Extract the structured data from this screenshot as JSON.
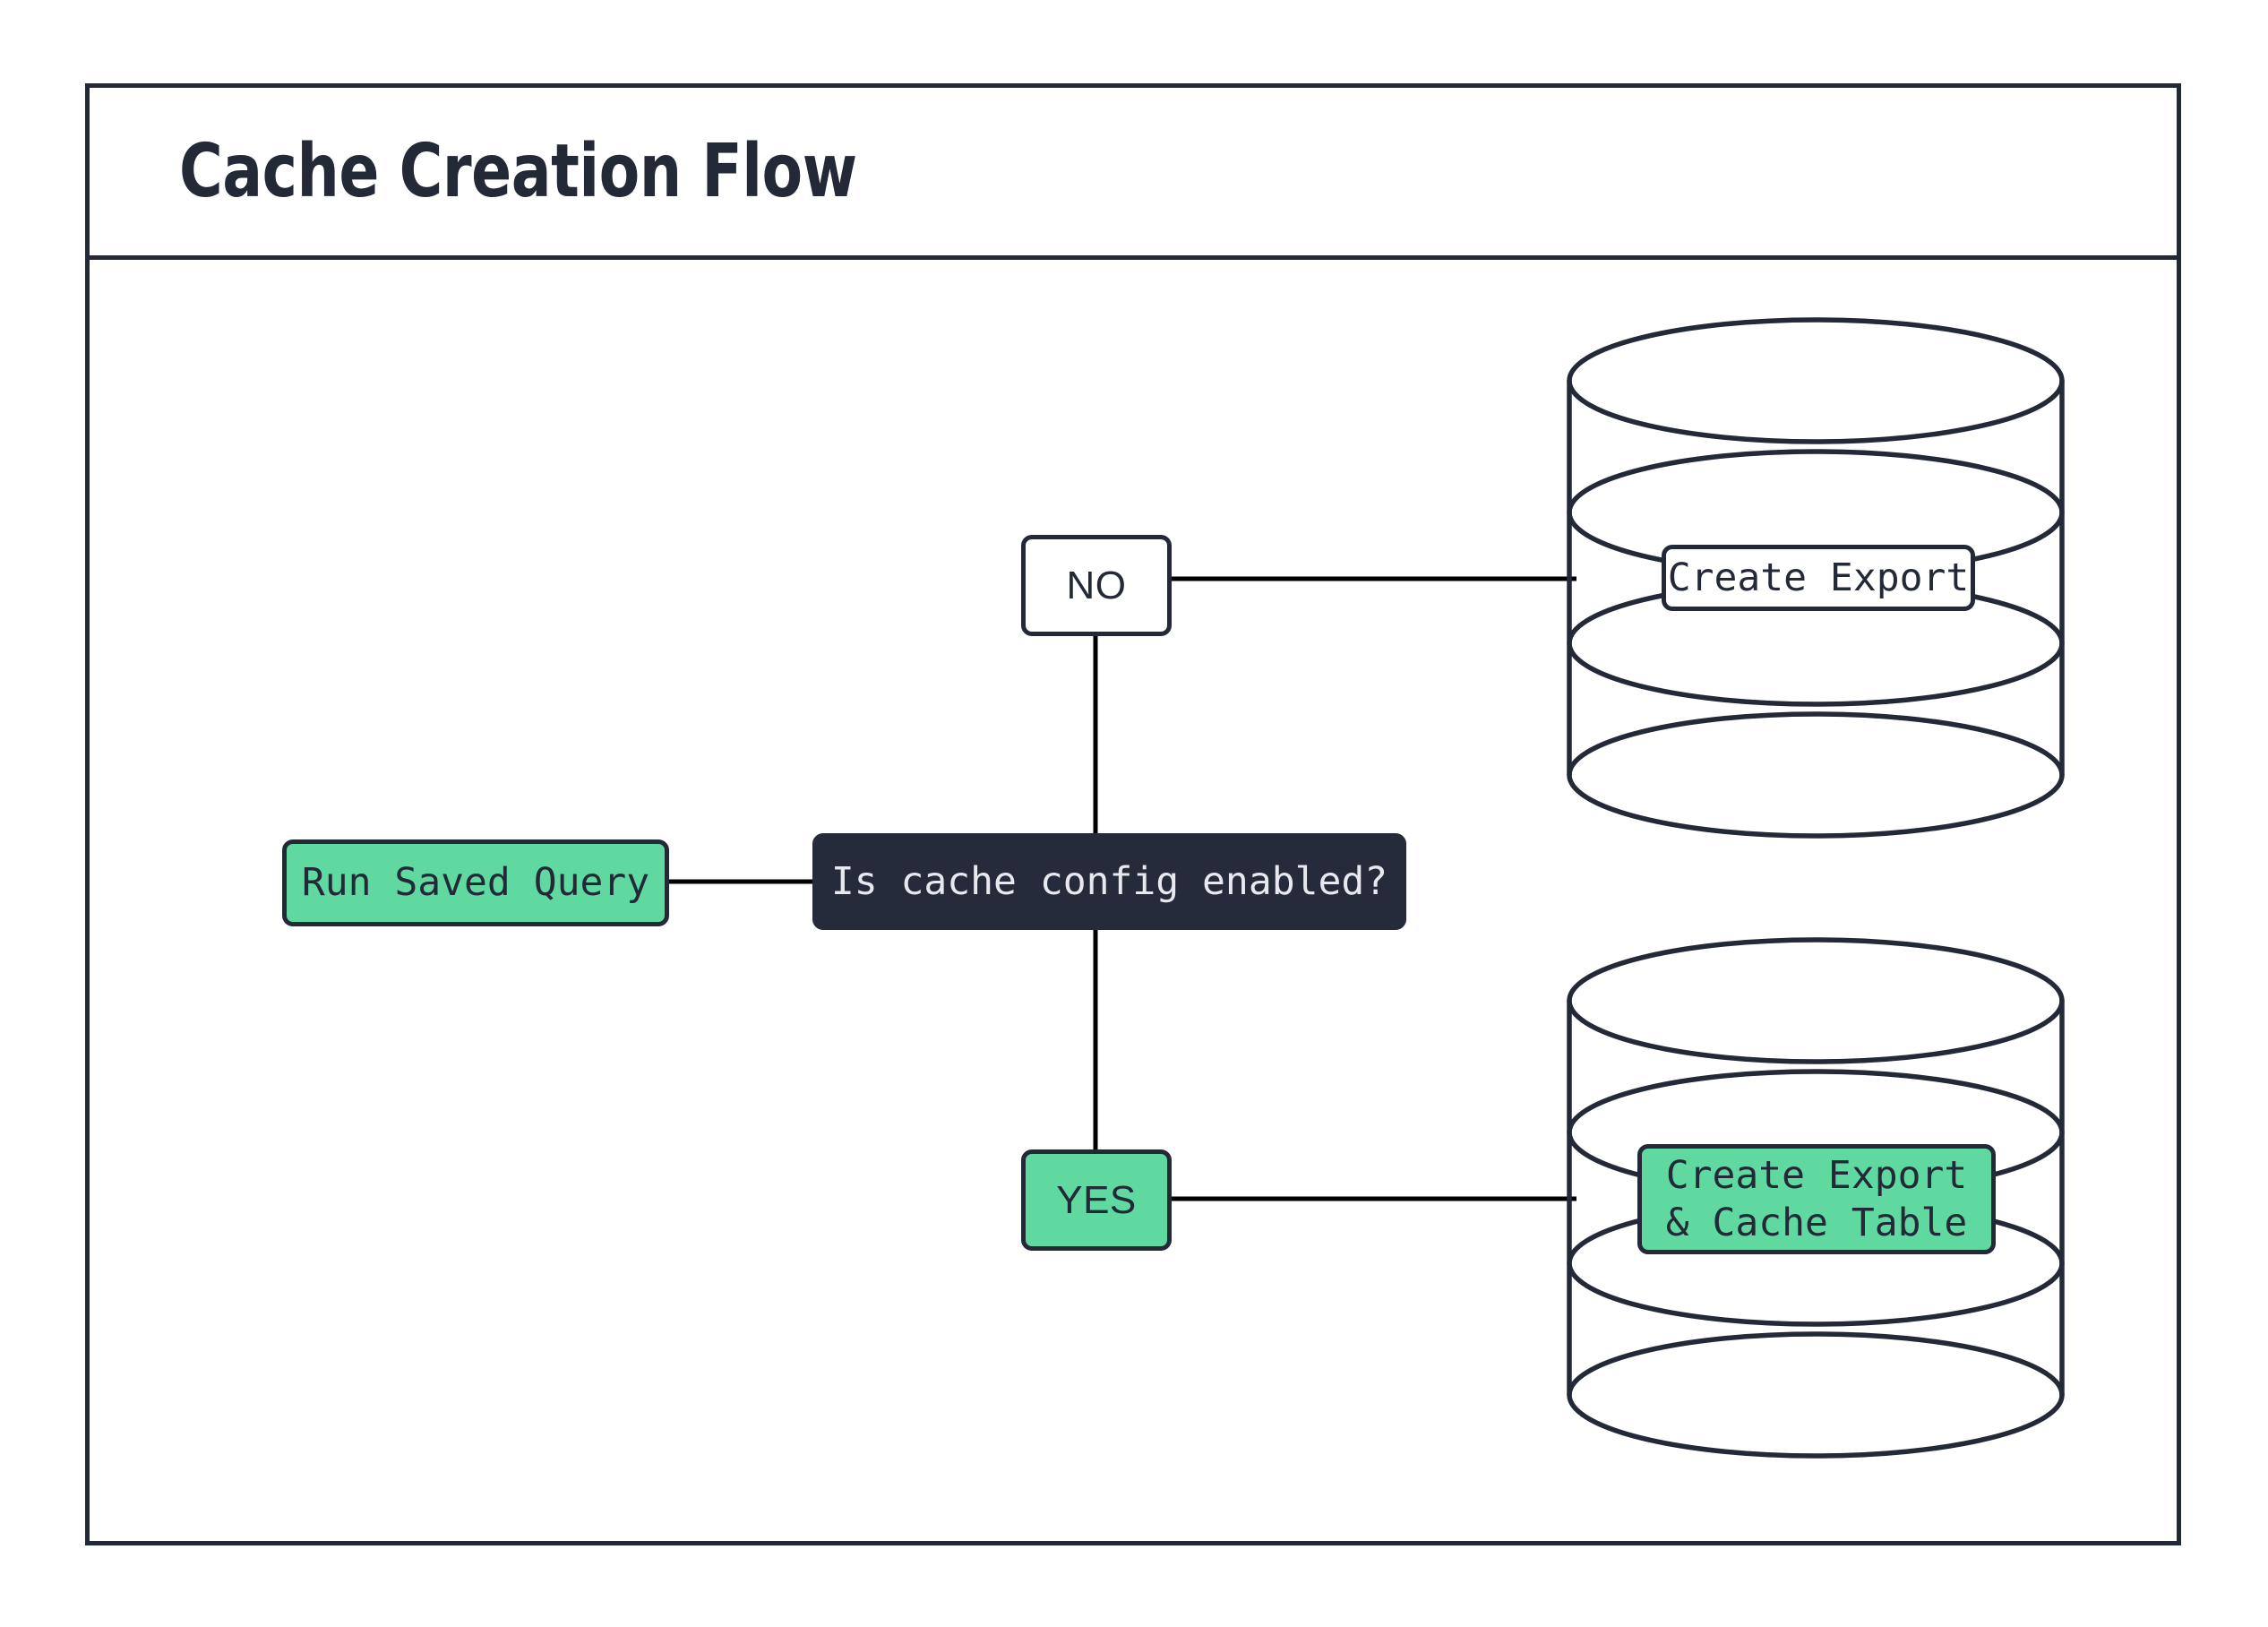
{
  "diagram": {
    "title": "Cache Creation Flow",
    "type": "flowchart",
    "colors": {
      "accent_green": "#5FD9A0",
      "dark_navy": "#242938",
      "decision_fill": "#252b3b",
      "decision_text": "#e8e9ee",
      "edge": "#000000",
      "background": "#ffffff"
    }
  },
  "nodes": {
    "start": {
      "id": "run-saved-query",
      "label": "Run Saved Query",
      "shape": "rounded-rect",
      "style": "green"
    },
    "decision": {
      "id": "is-cache-config-enabled",
      "label": "Is cache config enabled?",
      "shape": "rounded-rect",
      "style": "dark"
    },
    "branch_no": {
      "id": "branch-no",
      "label": "NO",
      "shape": "rounded-rect",
      "style": "white"
    },
    "branch_yes": {
      "id": "branch-yes",
      "label": "YES",
      "shape": "rounded-rect",
      "style": "green"
    },
    "db_top": {
      "id": "database-create-export",
      "label": "Create Export",
      "shape": "database-cylinder",
      "style": "white"
    },
    "db_bottom": {
      "id": "database-create-export-cache-table",
      "label_line_1": "Create Export",
      "label_line_2": "& Cache Table",
      "shape": "database-cylinder",
      "style": "green"
    }
  },
  "edges": [
    {
      "from": "run-saved-query",
      "to": "is-cache-config-enabled",
      "label": ""
    },
    {
      "from": "is-cache-config-enabled",
      "to": "branch-no",
      "label": "NO"
    },
    {
      "from": "is-cache-config-enabled",
      "to": "branch-yes",
      "label": "YES"
    },
    {
      "from": "branch-no",
      "to": "database-create-export",
      "label": ""
    },
    {
      "from": "branch-yes",
      "to": "database-create-export-cache-table",
      "label": ""
    }
  ]
}
